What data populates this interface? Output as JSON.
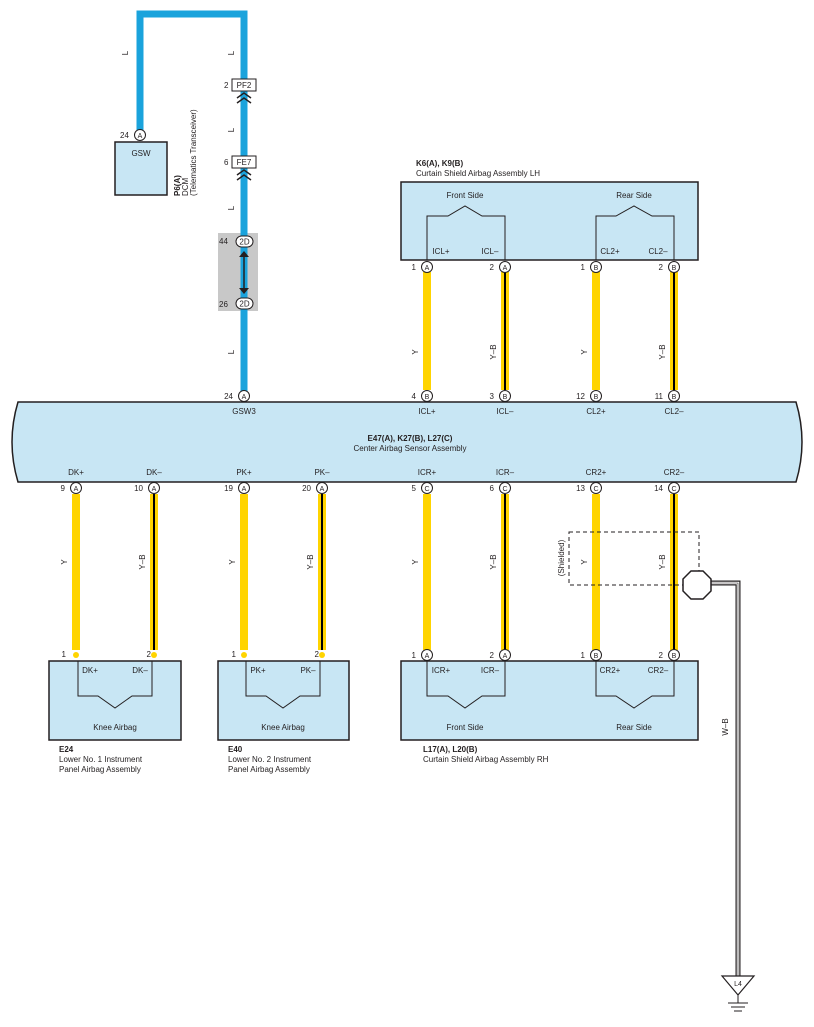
{
  "colors": {
    "wire_blue": "#1aa3dc",
    "wire_yellow": "#ffd400",
    "wire_yb_stripe": "#000000",
    "box_fill": "#c8e6f4",
    "box_stroke": "#231f20",
    "junction_gray": "#c8c8c8",
    "text": "#231f20"
  },
  "dcm": {
    "code": "P6(A)",
    "name": "DCM",
    "subtitle": "(Telematics Transceiver)",
    "terminal_label": "GSW",
    "pin_number": "24",
    "pin_letter": "A"
  },
  "blue_wire": {
    "color_code_top": "L",
    "color_code_mid1": "L",
    "color_code_mid2": "L",
    "color_code_bottom": "L",
    "connector1": {
      "number": "2",
      "name": "PF2"
    },
    "connector2": {
      "number": "6",
      "name": "FE7"
    },
    "junction_top": {
      "number": "44",
      "name": "2D"
    },
    "junction_bottom": {
      "number": "26",
      "name": "2D"
    }
  },
  "curtain_lh": {
    "code": "K6(A), K9(B)",
    "name": "Curtain Shield Airbag Assembly LH",
    "front_label": "Front Side",
    "rear_label": "Rear Side",
    "terminals": [
      "ICL+",
      "ICL–",
      "CL2+",
      "CL2–"
    ],
    "pins": [
      {
        "number": "1",
        "letter": "A"
      },
      {
        "number": "2",
        "letter": "A"
      },
      {
        "number": "1",
        "letter": "B"
      },
      {
        "number": "2",
        "letter": "B"
      }
    ],
    "wire_codes": [
      "Y",
      "Y–B",
      "Y",
      "Y–B"
    ]
  },
  "center_sensor": {
    "code": "E47(A), K27(B), L27(C)",
    "name": "Center Airbag Sensor Assembly",
    "top_terminals": [
      "GSW3",
      "ICL+",
      "ICL–",
      "CL2+",
      "CL2–"
    ],
    "top_pins": [
      {
        "number": "24",
        "letter": "A"
      },
      {
        "number": "4",
        "letter": "B"
      },
      {
        "number": "3",
        "letter": "B"
      },
      {
        "number": "12",
        "letter": "B"
      },
      {
        "number": "11",
        "letter": "B"
      }
    ],
    "bottom_terminals": [
      "DK+",
      "DK–",
      "PK+",
      "PK–",
      "ICR+",
      "ICR–",
      "CR2+",
      "CR2–"
    ],
    "bottom_pins": [
      {
        "number": "9",
        "letter": "A"
      },
      {
        "number": "10",
        "letter": "A"
      },
      {
        "number": "19",
        "letter": "A"
      },
      {
        "number": "20",
        "letter": "A"
      },
      {
        "number": "5",
        "letter": "C"
      },
      {
        "number": "6",
        "letter": "C"
      },
      {
        "number": "13",
        "letter": "C"
      },
      {
        "number": "14",
        "letter": "C"
      }
    ]
  },
  "lower_wire_codes": [
    "Y",
    "Y–B",
    "Y",
    "Y–B",
    "Y",
    "Y–B",
    "Y",
    "Y–B"
  ],
  "shielded_label": "(Shielded)",
  "knee1": {
    "code": "E24",
    "name_line1": "Lower No. 1 Instrument",
    "name_line2": "Panel Airbag Assembly",
    "label": "Knee Airbag",
    "terminals": [
      "DK+",
      "DK–"
    ],
    "pins": [
      "1",
      "2"
    ]
  },
  "knee2": {
    "code": "E40",
    "name_line1": "Lower No. 2 Instrument",
    "name_line2": "Panel Airbag Assembly",
    "label": "Knee Airbag",
    "terminals": [
      "PK+",
      "PK–"
    ],
    "pins": [
      "1",
      "2"
    ]
  },
  "curtain_rh": {
    "code": "L17(A), L20(B)",
    "name": "Curtain Shield Airbag Assembly RH",
    "front_label": "Front Side",
    "rear_label": "Rear Side",
    "terminals": [
      "ICR+",
      "ICR–",
      "CR2+",
      "CR2–"
    ],
    "pins": [
      {
        "number": "1",
        "letter": "A"
      },
      {
        "number": "2",
        "letter": "A"
      },
      {
        "number": "1",
        "letter": "B"
      },
      {
        "number": "2",
        "letter": "B"
      }
    ]
  },
  "ground": {
    "wire_code": "W–B",
    "label": "L4"
  }
}
